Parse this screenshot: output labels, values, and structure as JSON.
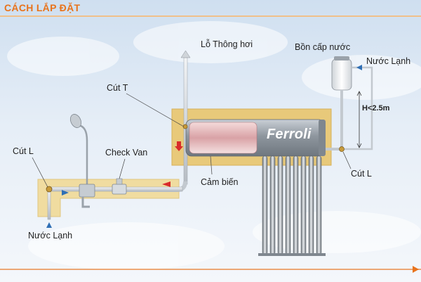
{
  "header": {
    "title": "CÁCH LẮP ĐẶT"
  },
  "labels": {
    "lo_thong_hoi": "Lỗ Thông hơi",
    "bon_cap_nuoc": "Bồn cấp nước",
    "nuoc_lanh_top": "Nước Lạnh",
    "cut_t": "Cút T",
    "h_limit": "H<2.5m",
    "cut_l_left": "Cút L",
    "check_van": "Check Van",
    "cut_l_right": "Cút L",
    "cam_bien": "Cảm biến",
    "nuoc_lanh_bottom": "Nước Lạnh"
  },
  "brand": {
    "name": "Ferroli"
  },
  "colors": {
    "accent": "#e8731c",
    "wall": "#f0dca0",
    "pipe": "#d8dde4",
    "tank": "#9ea6ae",
    "arrow_blue": "#2f6fb5",
    "arrow_red": "#d92b2b"
  }
}
